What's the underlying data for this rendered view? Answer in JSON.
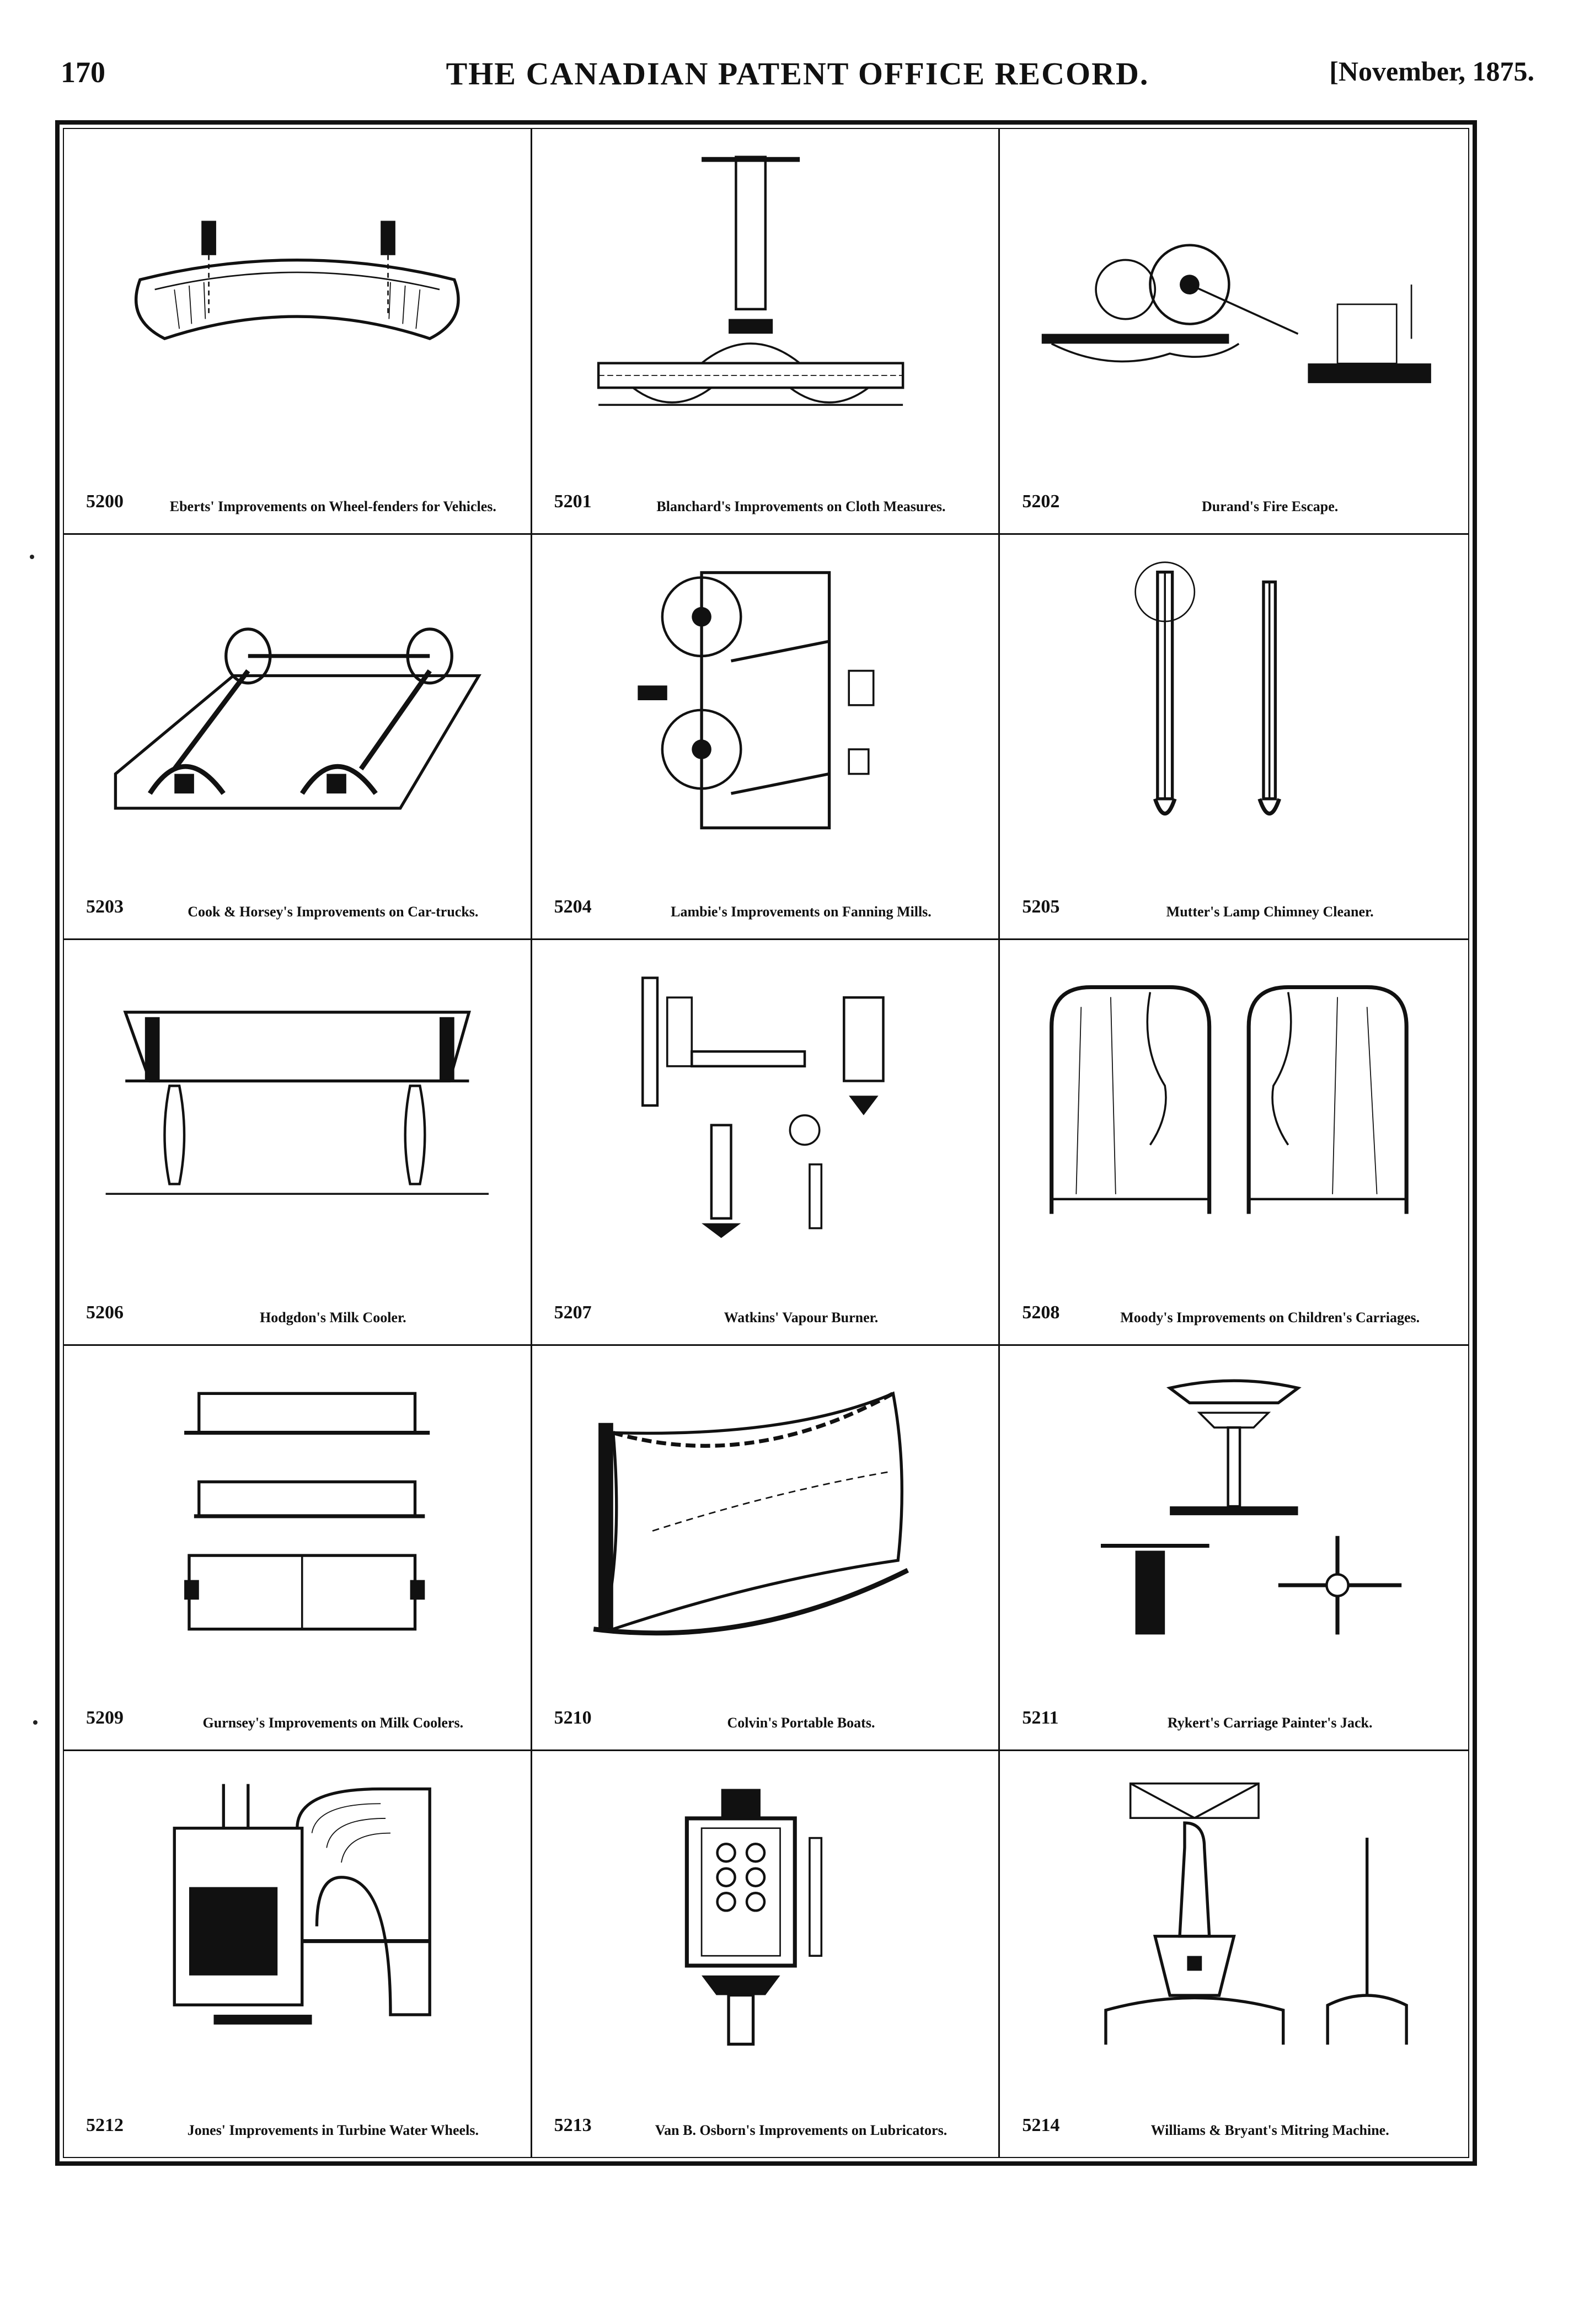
{
  "header": {
    "page_number": "170",
    "title": "THE CANADIAN PATENT OFFICE RECORD.",
    "date": "[November, 1875."
  },
  "patents": [
    {
      "number": "5200",
      "caption": "Eberts' Improvements on Wheel-fenders for Vehicles.",
      "figure": "wheel-fender-figure"
    },
    {
      "number": "5201",
      "caption": "Blanchard's Improvements on Cloth Measures.",
      "figure": "cloth-measure-figure"
    },
    {
      "number": "5202",
      "caption": "Durand's Fire Escape.",
      "figure": "fire-escape-figure"
    },
    {
      "number": "5203",
      "caption": "Cook & Horsey's Improvements on Car-trucks.",
      "figure": "car-truck-figure"
    },
    {
      "number": "5204",
      "caption": "Lambie's Improvements on Fanning Mills.",
      "figure": "fanning-mill-figure"
    },
    {
      "number": "5205",
      "caption": "Mutter's Lamp Chimney Cleaner.",
      "figure": "chimney-cleaner-figure"
    },
    {
      "number": "5206",
      "caption": "Hodgdon's Milk Cooler.",
      "figure": "milk-cooler-figure"
    },
    {
      "number": "5207",
      "caption": "Watkins' Vapour Burner.",
      "figure": "vapour-burner-figure"
    },
    {
      "number": "5208",
      "caption": "Moody's Improvements on Children's Carriages.",
      "figure": "childrens-carriage-figure"
    },
    {
      "number": "5209",
      "caption": "Gurnsey's Improvements on Milk Coolers.",
      "figure": "milk-coolers-figure"
    },
    {
      "number": "5210",
      "caption": "Colvin's Portable Boats.",
      "figure": "portable-boat-figure"
    },
    {
      "number": "5211",
      "caption": "Rykert's Carriage Painter's Jack.",
      "figure": "painters-jack-figure"
    },
    {
      "number": "5212",
      "caption": "Jones' Improvements in Turbine Water Wheels.",
      "figure": "turbine-figure"
    },
    {
      "number": "5213",
      "caption": "Van B. Osborn's Improvements on Lubricators.",
      "figure": "lubricator-figure"
    },
    {
      "number": "5214",
      "caption": "Williams & Bryant's Mitring Machine.",
      "figure": "mitring-machine-figure"
    }
  ],
  "colors": {
    "ink": "#111111",
    "paper": "#ffffff"
  }
}
